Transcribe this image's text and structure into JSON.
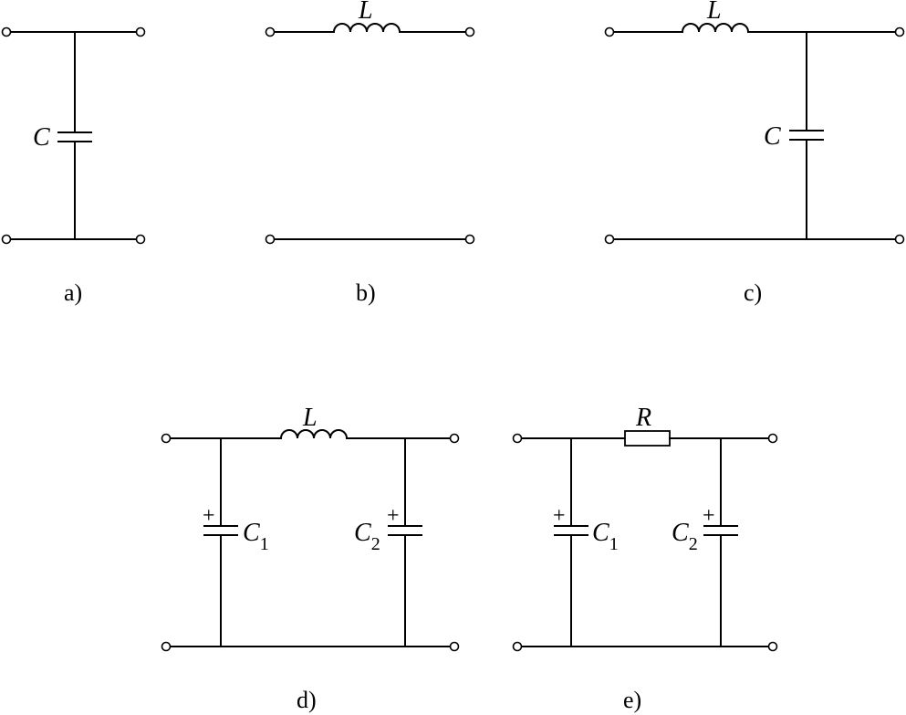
{
  "circuits": {
    "a": {
      "caption": "a)",
      "cap_label": "C"
    },
    "b": {
      "caption": "b)",
      "ind_label": "L"
    },
    "c": {
      "caption": "c)",
      "ind_label": "L",
      "cap_label": "C"
    },
    "d": {
      "caption": "d)",
      "ind_label": "L",
      "c1_label": "C",
      "c1_sub": "1",
      "c2_label": "C",
      "c2_sub": "2",
      "plus": "+"
    },
    "e": {
      "caption": "e)",
      "res_label": "R",
      "c1_label": "C",
      "c1_sub": "1",
      "c2_label": "C",
      "c2_sub": "2",
      "plus": "+"
    }
  }
}
